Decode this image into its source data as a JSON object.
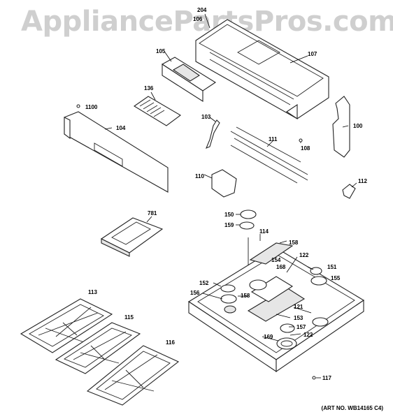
{
  "watermark": "AppliancePartsPros.com",
  "art_number": "(ART NO. WB14165 C4)",
  "parts": {
    "p204": "204",
    "p106": "106",
    "p107": "107",
    "p105": "105",
    "p136": "136",
    "p1100": "1100",
    "p104": "104",
    "p103": "103",
    "p111": "111",
    "p108": "108",
    "p100": "100",
    "p110": "110",
    "p112": "112",
    "p781": "781",
    "p150": "150",
    "p159": "159",
    "p114": "114",
    "p158a": "158",
    "p154": "154",
    "p122a": "122",
    "p168": "168",
    "p151": "151",
    "p152": "152",
    "p155": "155",
    "p156": "156",
    "p158b": "158",
    "p121": "121",
    "p153": "153",
    "p157": "157",
    "p169": "169",
    "p122b": "122",
    "p117": "117",
    "p113": "113",
    "p115": "115",
    "p116": "116"
  }
}
